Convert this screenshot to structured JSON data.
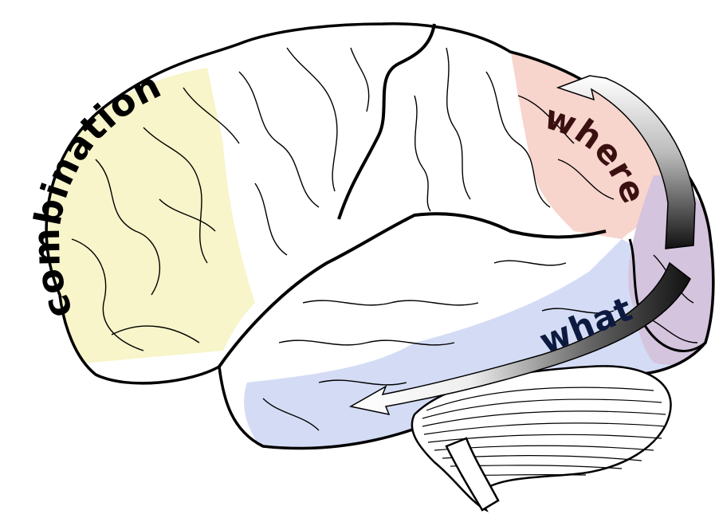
{
  "labels": {
    "combination": "combination",
    "where": "where",
    "what": "what"
  },
  "colors": {
    "frontal_region": "#f7f5c9",
    "parietal_region": "#f7d4cc",
    "temporal_region": "#d4dcf5",
    "occipital_region": "#d4c4dd",
    "outline": "#000000",
    "combination_text": "#000000",
    "where_text": "#3a1010",
    "what_text": "#0d1a40",
    "arrow_dark": "#111111",
    "arrow_light": "#ffffff"
  },
  "regions": [
    "frontal-region",
    "parietal-region",
    "temporal-region",
    "occipital-region",
    "cerebellum"
  ],
  "arrows": [
    "dorsal-stream-arrow",
    "ventral-stream-arrow"
  ]
}
